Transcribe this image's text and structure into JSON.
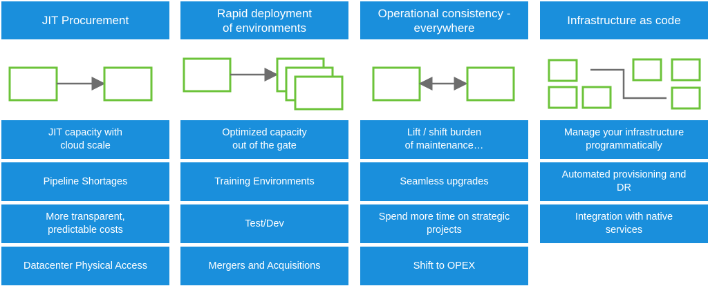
{
  "colors": {
    "box_fill": "#1a8fdc",
    "box_text": "#ffffff",
    "diagram_stroke": "#6cc33a",
    "connector": "#6d6d6d"
  },
  "columns": [
    {
      "header": "JIT Procurement",
      "diagram": "one-way-arrow",
      "items": [
        "JIT capacity with\ncloud scale",
        "Pipeline Shortages",
        "More transparent,\npredictable costs",
        "Datacenter Physical Access"
      ]
    },
    {
      "header": "Rapid deployment\nof environments",
      "diagram": "one-to-many-arrow",
      "items": [
        "Optimized capacity\nout of the gate",
        "Training Environments",
        "Test/Dev",
        "Mergers and Acquisitions"
      ]
    },
    {
      "header": "Operational consistency -\neverywhere",
      "diagram": "two-way-arrow",
      "items": [
        "Lift / shift burden\nof maintenance…",
        "Seamless upgrades",
        "Spend more time on strategic\nprojects",
        "Shift to OPEX"
      ]
    },
    {
      "header": "Infrastructure as code",
      "diagram": "connected-grid",
      "items": [
        "Manage your infrastructure\nprogrammatically",
        "Automated provisioning and\nDR",
        "Integration with native\nservices"
      ]
    }
  ]
}
